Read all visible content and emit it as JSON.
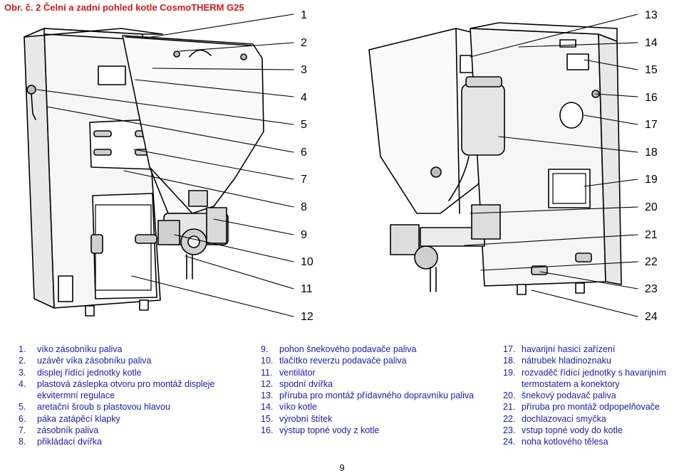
{
  "figure": {
    "title": "Obr. č. 2 Čelní a zadní pohled kotle CosmoTHERM G25"
  },
  "callout_numbers": {
    "front": [
      "1",
      "2",
      "3",
      "4",
      "5",
      "6",
      "7",
      "8",
      "9",
      "10",
      "11",
      "12"
    ],
    "rear": [
      "13",
      "14",
      "15",
      "16",
      "17",
      "18",
      "19",
      "20",
      "21",
      "22",
      "23",
      "24"
    ]
  },
  "legend": {
    "column1": [
      {
        "n": "1.",
        "text": "víko zásobníku paliva"
      },
      {
        "n": "2.",
        "text": "uzávěr víka zásobníku paliva"
      },
      {
        "n": "3.",
        "text": "displej řídící jednotky kotle"
      },
      {
        "n": "4.",
        "text": "plastová záslepka otvoru pro montáž displeje ekvitermní regulace"
      },
      {
        "n": "5.",
        "text": "aretační šroub s plastovou hlavou"
      },
      {
        "n": "6.",
        "text": "páka zatápěcí klapky"
      },
      {
        "n": "7.",
        "text": "zásobník paliva"
      },
      {
        "n": "8.",
        "text": "přikládací dvířka"
      }
    ],
    "column2": [
      {
        "n": "9.",
        "text": "pohon šnekového podavače paliva"
      },
      {
        "n": "10.",
        "text": "tlačítko reverzu podavače paliva"
      },
      {
        "n": "11.",
        "text": "ventilátor"
      },
      {
        "n": "12.",
        "text": "spodní dvířka"
      },
      {
        "n": "13.",
        "text": "příruba pro montáž přídavného dopravníku paliva"
      },
      {
        "n": "14.",
        "text": "víko kotle"
      },
      {
        "n": "15.",
        "text": "výrobní štítek"
      },
      {
        "n": "16.",
        "text": "výstup topné vody z kotle"
      }
    ],
    "column3": [
      {
        "n": "17.",
        "text": "havarijní hasicí zařízení"
      },
      {
        "n": "18.",
        "text": "nátrubek hladinoznaku"
      },
      {
        "n": "19.",
        "text": "rozvaděč řídící jednotky s havarijním termostatem a konektory"
      },
      {
        "n": "20.",
        "text": "šnekový podavač paliva"
      },
      {
        "n": "21.",
        "text": "příruba pro montáž odpopelňovače"
      },
      {
        "n": "22.",
        "text": "dochlazovací smyčka"
      },
      {
        "n": "23.",
        "text": "vstup topné vody do kotle"
      },
      {
        "n": "24.",
        "text": "noha kotlového tělesa"
      }
    ]
  },
  "page_number": "9"
}
